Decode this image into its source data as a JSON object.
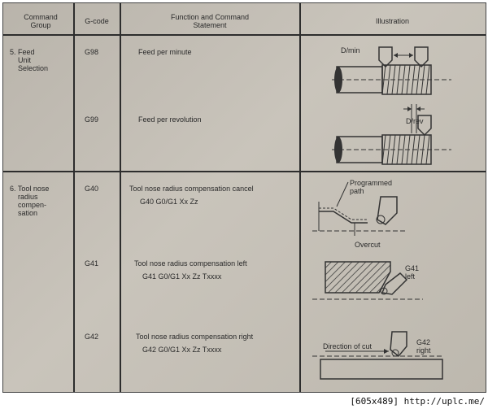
{
  "table": {
    "headers": {
      "group": "Command\nGroup",
      "gcode": "G-code",
      "func": "Function and Command\nStatement",
      "illus": "Illustration"
    },
    "sections": [
      {
        "label": "5. Feed\n    Unit\n    Selection"
      },
      {
        "label": "6. Tool nose\n    radius\n    compen-\n    sation"
      }
    ],
    "rows": [
      {
        "gcode": "G98",
        "func": "Feed per minute",
        "cmd": ""
      },
      {
        "gcode": "G99",
        "func": "Feed per revolution",
        "cmd": ""
      },
      {
        "gcode": "G40",
        "func": "Tool nose radius compensation cancel",
        "cmd": "G40  G0/G1  Xx  Zz"
      },
      {
        "gcode": "G41",
        "func": "Tool nose radius compensation left",
        "cmd": "G41  G0/G1  Xx  Zz  Txxxx"
      },
      {
        "gcode": "G42",
        "func": "Tool nose radius compensation right",
        "cmd": "G42  G0/G1  Xx  Zz  Txxxx"
      }
    ]
  },
  "illustrations": {
    "g98": {
      "label": "D/min"
    },
    "g99": {
      "label": "D/rev"
    },
    "g40": {
      "programmed": "Programmed\npath",
      "overcut": "Overcut"
    },
    "g41": {
      "label": "G41\nleft"
    },
    "g42": {
      "direction": "Direction of cut",
      "label": "G42\nright"
    }
  },
  "caption": "[605x489] http://uplc.me/"
}
